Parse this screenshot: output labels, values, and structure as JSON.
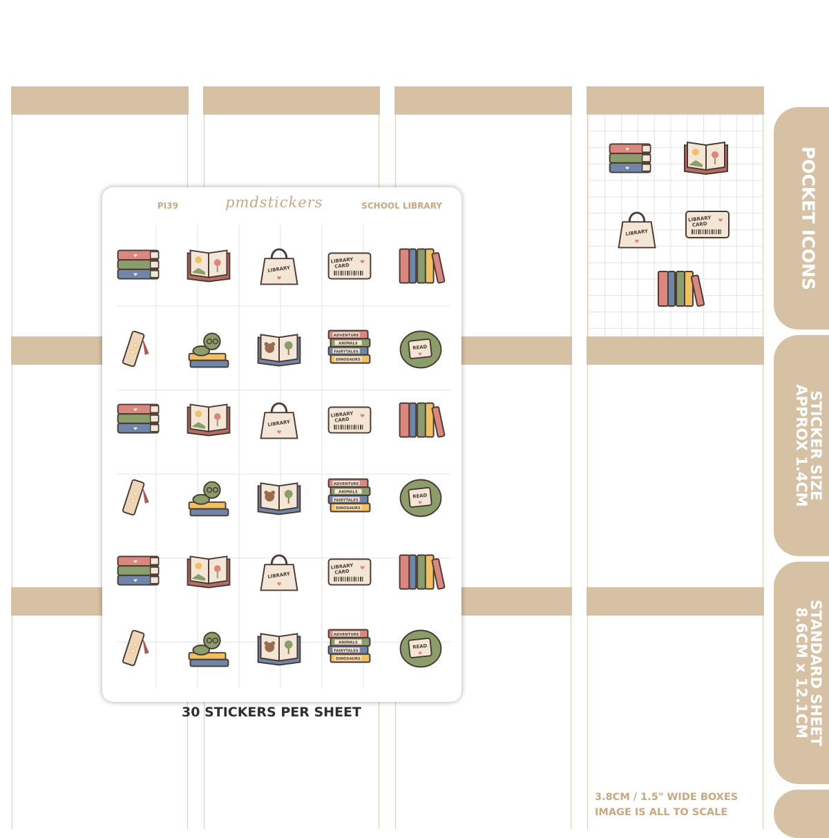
{
  "sheet": {
    "code": "PI39",
    "brand": "pmdstickers",
    "name": "SCHOOL LIBRARY"
  },
  "sticker_count": "30 STICKERS PER SHEET",
  "tabs": [
    {
      "line1": "POCKET ICONS",
      "line2": ""
    },
    {
      "line1": "STICKER SIZE",
      "line2": "APPROX 1.4CM"
    },
    {
      "line1": "STANDARD SHEET",
      "line2": "8.6CM x 12.1CM"
    }
  ],
  "footnote": {
    "line1": "3.8CM / 1.5\" WIDE BOXES",
    "line2": "IMAGE IS ALL TO SCALE"
  },
  "book_labels": {
    "library_card_1": "LIBRARY",
    "library_card_2": "CARD",
    "tote": "LIBRARY",
    "beanbag": "READ",
    "stack": [
      "ADVENTURE",
      "ANIMALS",
      "FAIRYTALES",
      "DINOSAURS"
    ]
  },
  "sticker_order": [
    "book-stack",
    "open-book-flowers",
    "library-tote",
    "library-card",
    "bookshelf-books",
    "bookmark",
    "bookworm",
    "open-book-bear",
    "labeled-book-stack",
    "read-beanbag"
  ],
  "colors": {
    "band": "#d7c1a4",
    "accent": "#c9a77f",
    "outline": "#4a3a33",
    "pink": "#d9877f",
    "green": "#8a9d6b",
    "blue": "#6f86a8",
    "yellow": "#efc163",
    "cream": "#f3e6d6"
  }
}
